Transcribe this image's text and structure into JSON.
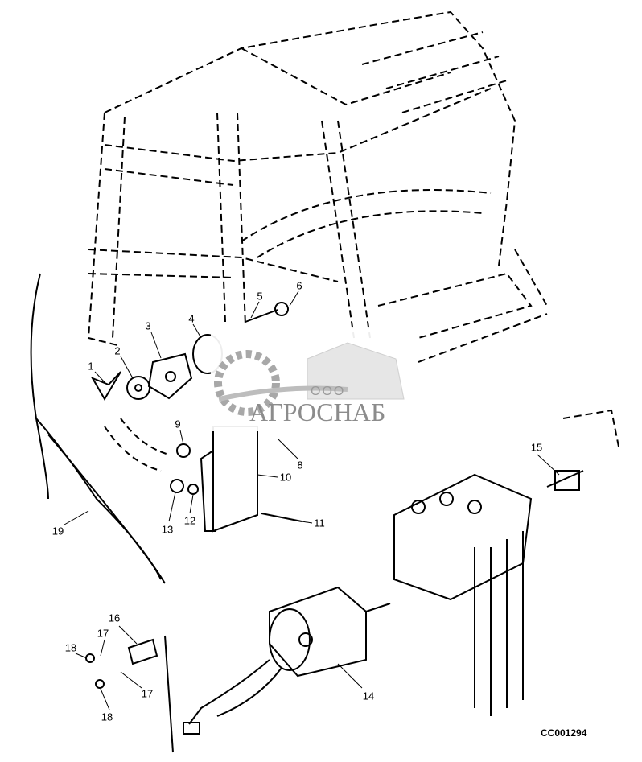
{
  "diagram": {
    "code": "CC001294",
    "callouts": [
      "1",
      "2",
      "3",
      "4",
      "5",
      "6",
      "8",
      "9",
      "10",
      "11",
      "12",
      "13",
      "14",
      "15",
      "16",
      "17",
      "17",
      "18",
      "18",
      "19"
    ]
  },
  "watermark": {
    "prefix": "ООО",
    "name": "АГРОСНАБ"
  }
}
